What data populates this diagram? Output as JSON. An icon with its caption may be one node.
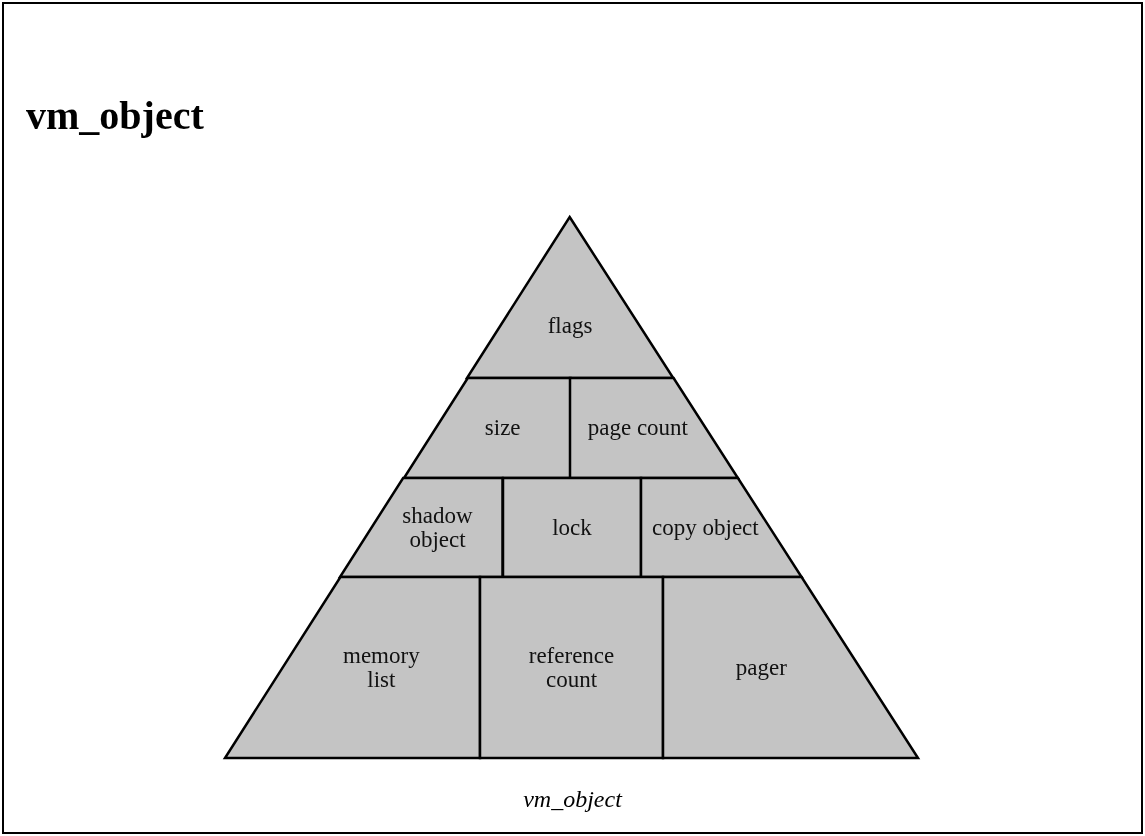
{
  "diagram": {
    "title": "vm_object",
    "caption": "vm_object",
    "nodes": [
      {
        "text": [
          "flags"
        ]
      },
      {
        "text": [
          "size"
        ]
      },
      {
        "text": [
          "page count"
        ]
      },
      {
        "text": [
          "shadow object"
        ]
      },
      {
        "text": [
          "lock"
        ]
      },
      {
        "text": [
          "copy object"
        ]
      },
      {
        "text": [
          "memory list"
        ]
      },
      {
        "text": [
          "reference count"
        ]
      },
      {
        "text": [
          "pager"
        ]
      }
    ]
  }
}
